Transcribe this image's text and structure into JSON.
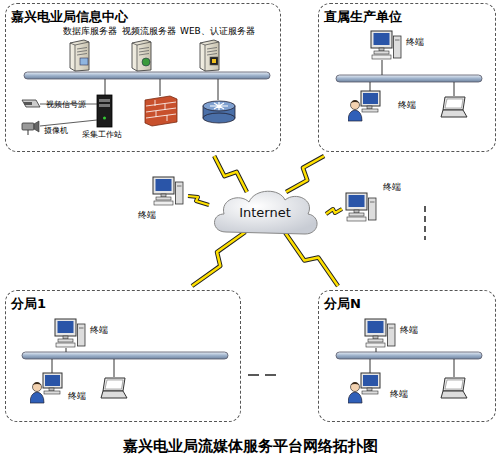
{
  "diagram": {
    "caption": "嘉兴电业局流媒体服务平台网络拓扑图",
    "nodes": [
      {
        "text": [
          "嘉兴电业局信息中心"
        ]
      },
      {
        "text": [
          "直属生产单位"
        ]
      },
      {
        "text": [
          "Internet"
        ]
      },
      {
        "text": [
          "分局1"
        ]
      },
      {
        "text": [
          "分局N"
        ]
      }
    ],
    "edges": [
      {
        "from": 2,
        "to": 0,
        "arrow": "none"
      },
      {
        "from": 2,
        "to": 1,
        "arrow": "none"
      },
      {
        "from": 2,
        "to": 3,
        "arrow": "none"
      },
      {
        "from": 2,
        "to": 4,
        "arrow": "none"
      }
    ],
    "labels": [
      "数据库服务器",
      "视频流服务器",
      "WEB、认证服务器",
      "视频信号源",
      "摄像机",
      "采集工作站",
      "终端",
      "终端",
      "终端",
      "终端",
      "终端",
      "终端",
      "终端",
      "终端"
    ]
  }
}
